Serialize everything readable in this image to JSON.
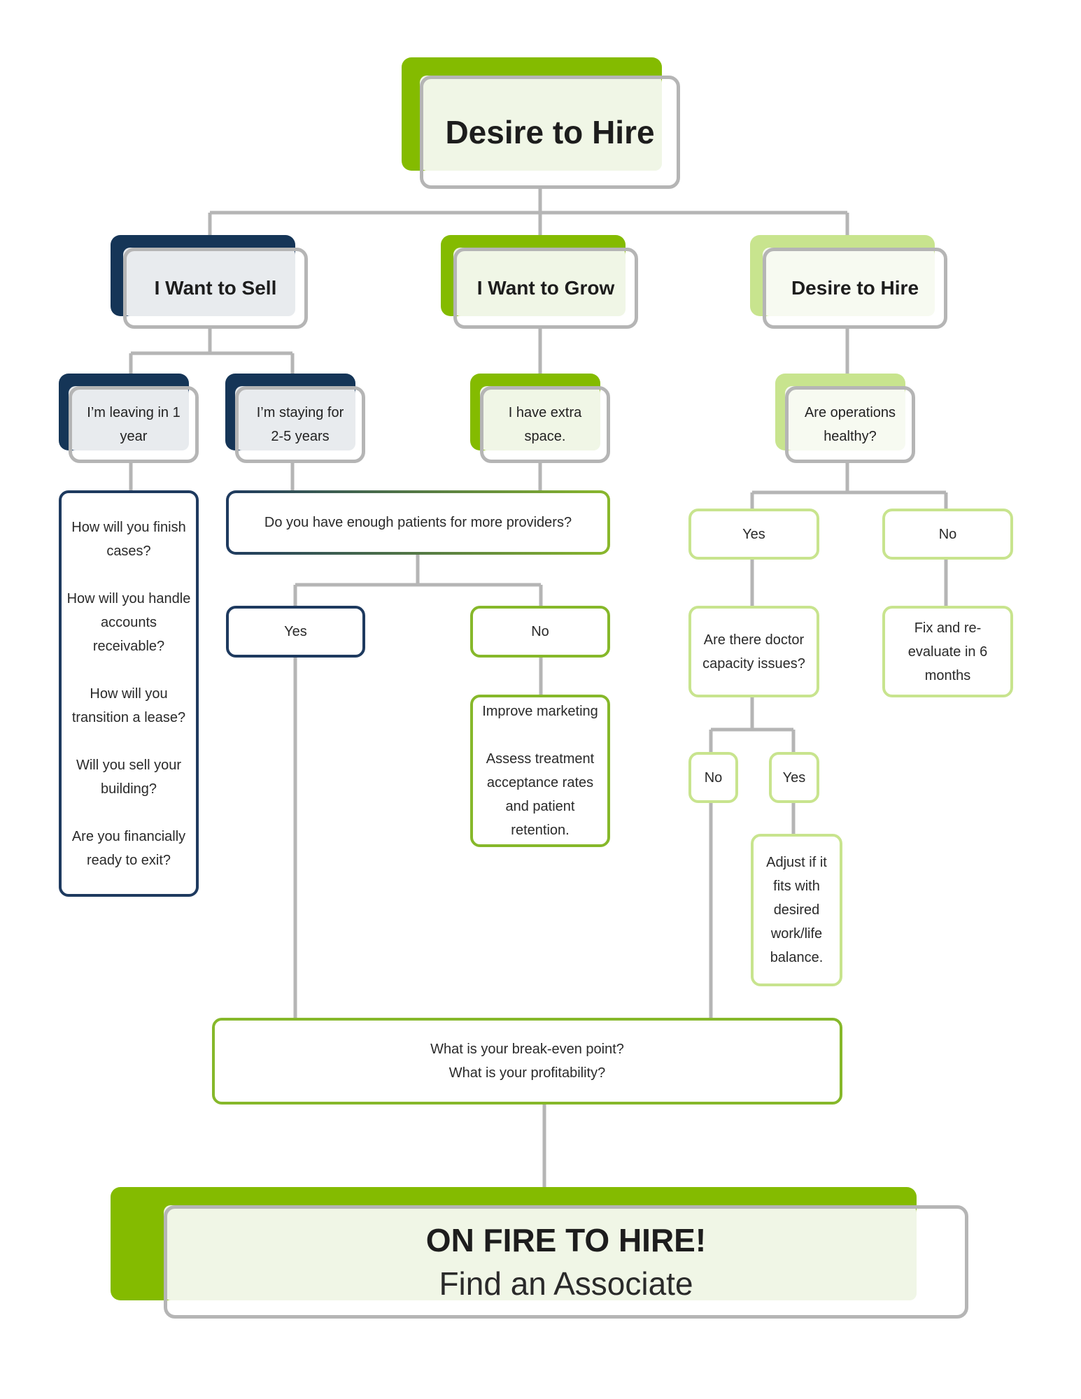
{
  "colors": {
    "navy": "#153557",
    "green": "#84bb00",
    "light_green": "#c8e48e",
    "connector_gray": "#b5b5b5",
    "pale_fill": "#f0f6e6"
  },
  "top": {
    "title": "Desire to Hire"
  },
  "branches": {
    "sell": {
      "title": "I Want to Sell"
    },
    "grow": {
      "title": "I Want to Grow"
    },
    "hire": {
      "title": "Desire to Hire"
    }
  },
  "level2": {
    "leaving": "I’m leaving in 1 year",
    "staying": "I’m staying for 2-5 years",
    "space": "I have extra space.",
    "operations": "Are operations healthy?"
  },
  "sell_questions": [
    "How will you finish cases?",
    "How will you handle accounts receivable?",
    "How will you transition a lease?",
    "Will you sell your building?",
    "Are you financially ready to exit?"
  ],
  "patients_question": "Do you have enough patients for more providers?",
  "patients_yes": "Yes",
  "patients_no": "No",
  "marketing": {
    "line1": "Improve marketing",
    "line2": "Assess treatment acceptance rates and patient retention."
  },
  "operations_yes": "Yes",
  "operations_no": "No",
  "capacity_question": "Are there doctor capacity issues?",
  "fix": "Fix and re-evaluate in 6 months",
  "capacity_no": "No",
  "capacity_yes": "Yes",
  "adjust": "Adjust if it fits with desired work/life balance.",
  "breakeven": {
    "line1": "What is your break-even point?",
    "line2": "What is your profitability?"
  },
  "final": {
    "headline": "ON FIRE TO HIRE!",
    "subline": "Find an Associate"
  }
}
